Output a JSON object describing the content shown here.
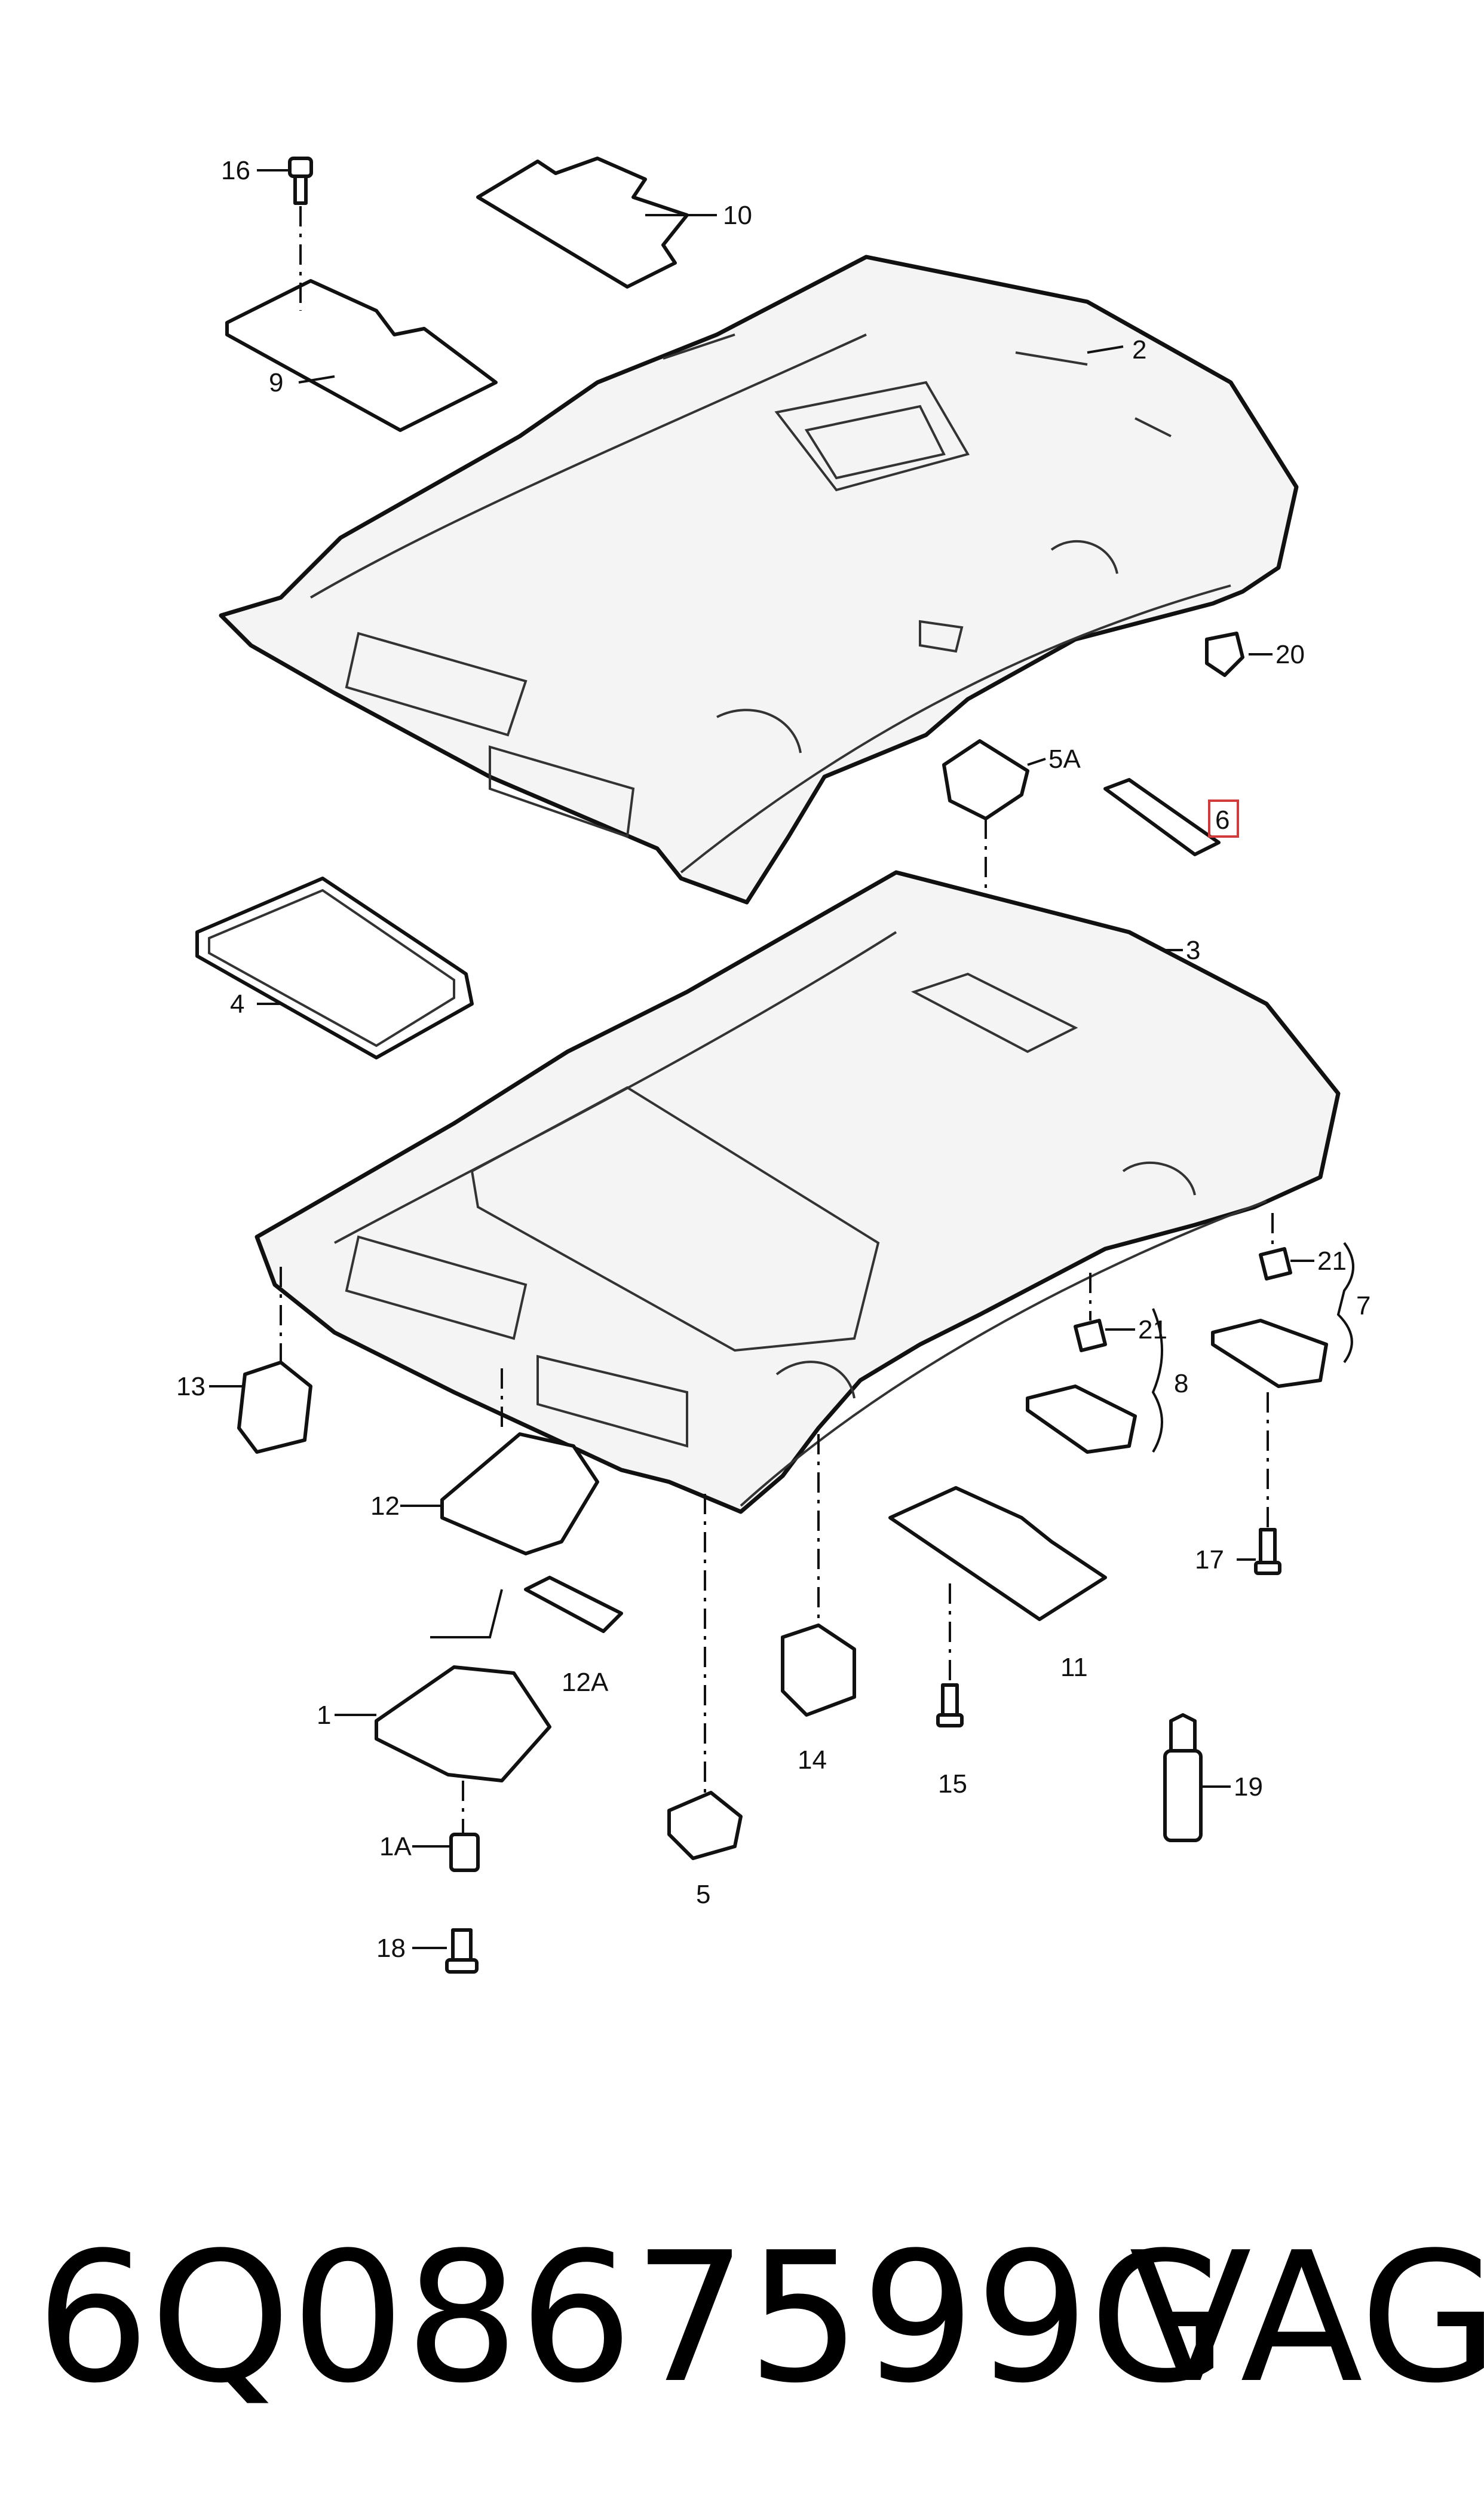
{
  "diagram": {
    "callouts": [
      "16",
      "10",
      "2",
      "9",
      "20",
      "5A",
      "6",
      "3",
      "4",
      "21",
      "7",
      "13",
      "21",
      "8",
      "12",
      "17",
      "11",
      "12A",
      "14",
      "1",
      "15",
      "19",
      "1A",
      "5",
      "18"
    ],
    "highlighted_callout": "6",
    "highlight_color": "#d23b3b"
  },
  "footer": {
    "part_number": "6Q0867599G",
    "brand": "VAG"
  }
}
